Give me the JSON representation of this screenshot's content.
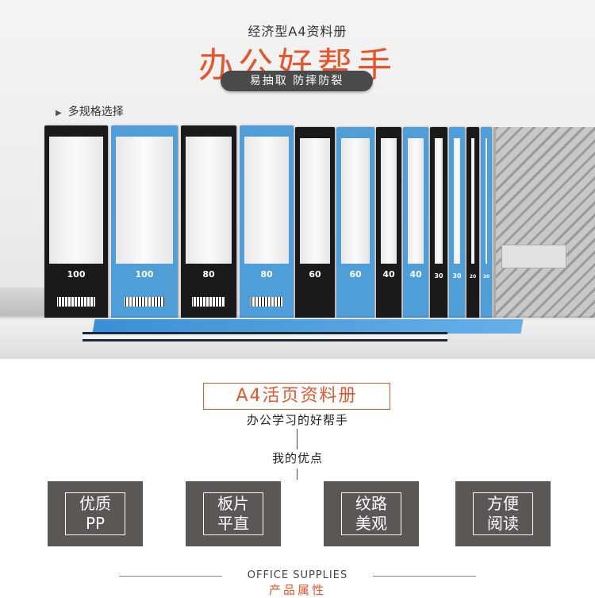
{
  "hero": {
    "subtitle": "经济型A4资料册",
    "headline": "办公好帮手",
    "tag": "易抽取 防摔防裂",
    "spec_label": "多规格选择"
  },
  "binders": [
    {
      "label": "100",
      "color": "black"
    },
    {
      "label": "100",
      "color": "blue"
    },
    {
      "label": "80",
      "color": "black"
    },
    {
      "label": "80",
      "color": "blue"
    },
    {
      "label": "60",
      "color": "black"
    },
    {
      "label": "60",
      "color": "blue"
    },
    {
      "label": "40",
      "color": "black"
    },
    {
      "label": "40",
      "color": "blue"
    },
    {
      "label": "30",
      "color": "black"
    },
    {
      "label": "30",
      "color": "blue"
    },
    {
      "label": "20",
      "color": "black"
    },
    {
      "label": "20",
      "color": "blue"
    }
  ],
  "info": {
    "title": "A4活页资料册",
    "tagline": "办公学习的好帮手",
    "advantages_heading": "我的优点",
    "cards": [
      {
        "line1": "优质",
        "line2": "PP"
      },
      {
        "line1": "板片",
        "line2": "平直"
      },
      {
        "line1": "纹路",
        "line2": "美观"
      },
      {
        "line1": "方便",
        "line2": "阅读"
      }
    ],
    "supplies": "OFFICE SUPPLIES",
    "attributes": "产品属性"
  },
  "colors": {
    "accent": "#e4572e",
    "card_bg": "#5b5754",
    "pill_bg": "#4a4a4a",
    "binder_blue": "#4f9ed8",
    "binder_black": "#1a1a1a"
  }
}
